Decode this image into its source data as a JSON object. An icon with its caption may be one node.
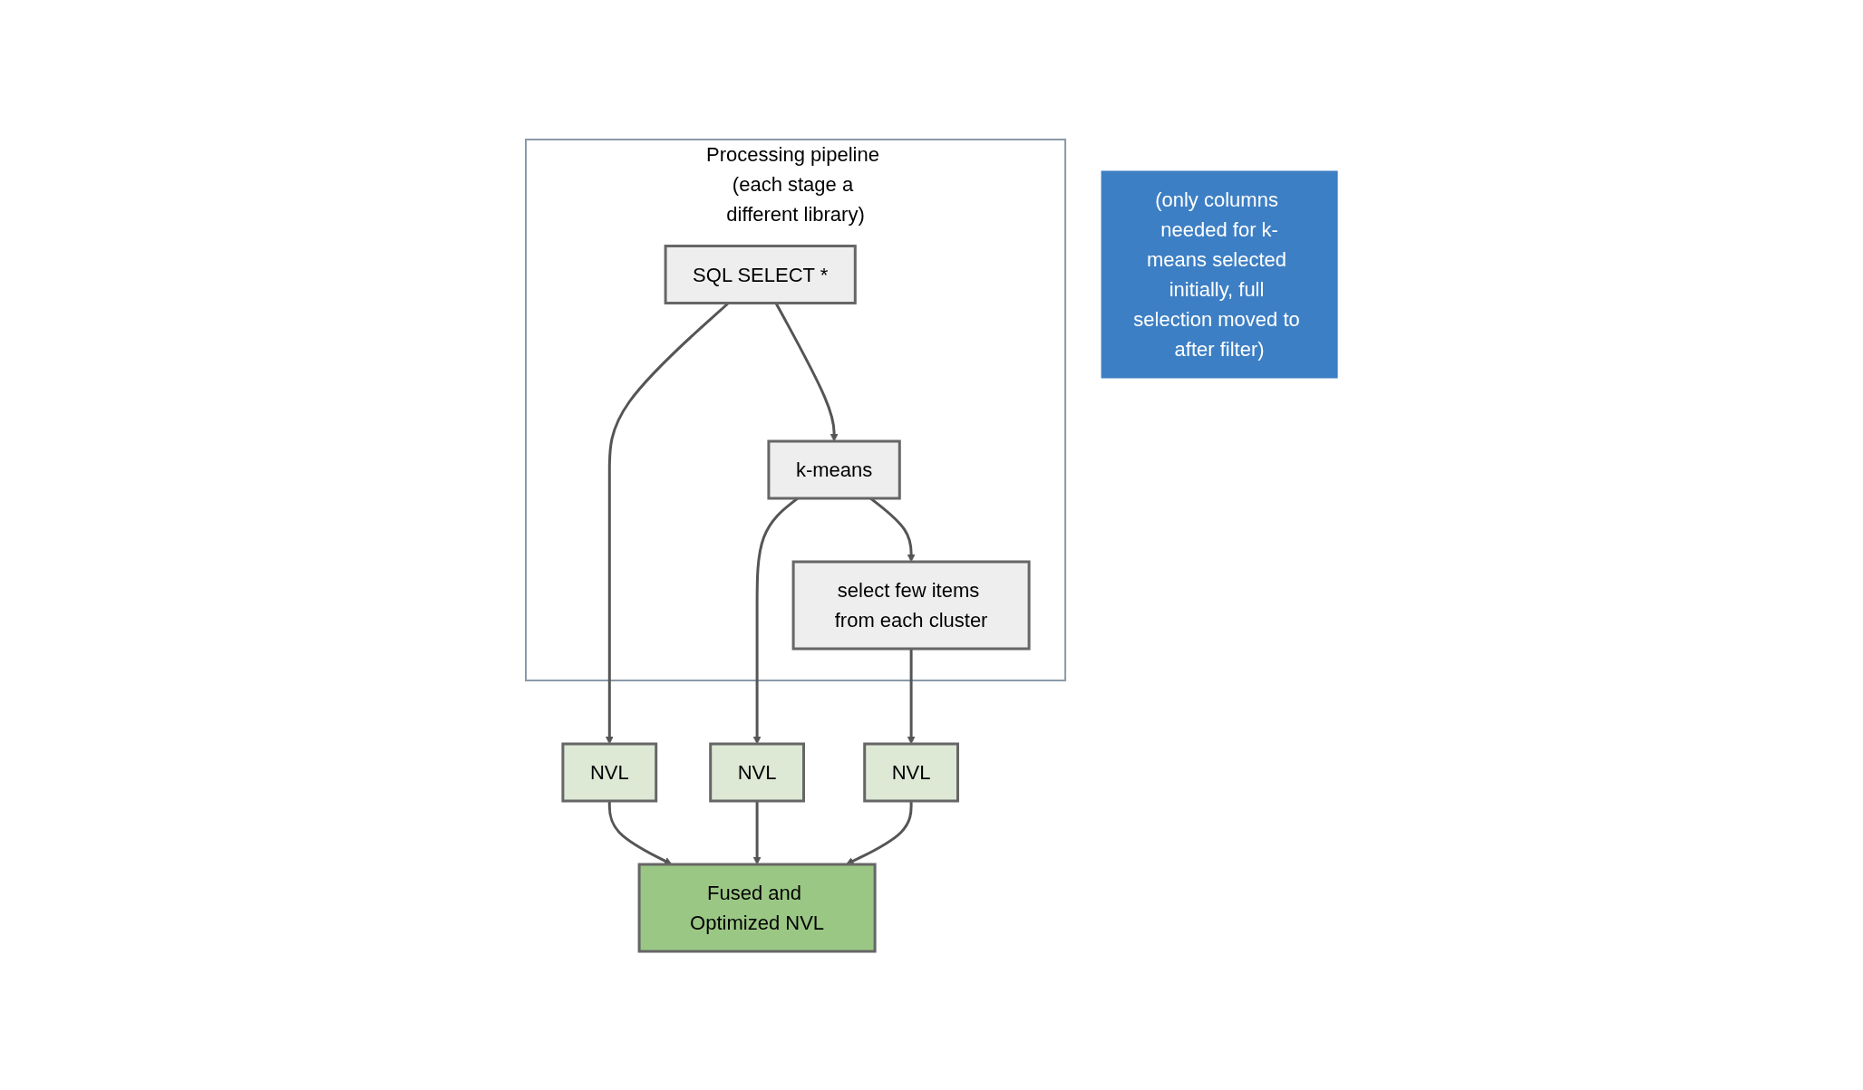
{
  "diagram": {
    "nodes": [
      {
        "text": [
          "Processing pipeline (each stage a different library)"
        ]
      },
      {
        "text": [
          "SQL SELECT *"
        ],
        "in": 0
      },
      {
        "text": [
          "k-means"
        ],
        "in": 0
      },
      {
        "text": [
          "select few items from each cluster"
        ],
        "in": 0
      },
      {
        "text": [
          "NVL"
        ]
      },
      {
        "text": [
          "NVL"
        ]
      },
      {
        "text": [
          "NVL"
        ]
      },
      {
        "text": [
          "Fused and Optimized NVL"
        ]
      },
      {
        "text": [
          "(only columns needed for k-means selected initially, full selection moved to after filter)"
        ]
      }
    ],
    "edges": [
      {
        "from": 1,
        "to": 2,
        "arrow": "to"
      },
      {
        "from": 2,
        "to": 3,
        "arrow": "to"
      },
      {
        "from": 1,
        "to": 4,
        "arrow": "to"
      },
      {
        "from": 2,
        "to": 5,
        "arrow": "to"
      },
      {
        "from": 3,
        "to": 6,
        "arrow": "to"
      },
      {
        "from": 4,
        "to": 7,
        "arrow": "to"
      },
      {
        "from": 5,
        "to": 7,
        "arrow": "to"
      },
      {
        "from": 6,
        "to": 7,
        "arrow": "to"
      }
    ]
  }
}
